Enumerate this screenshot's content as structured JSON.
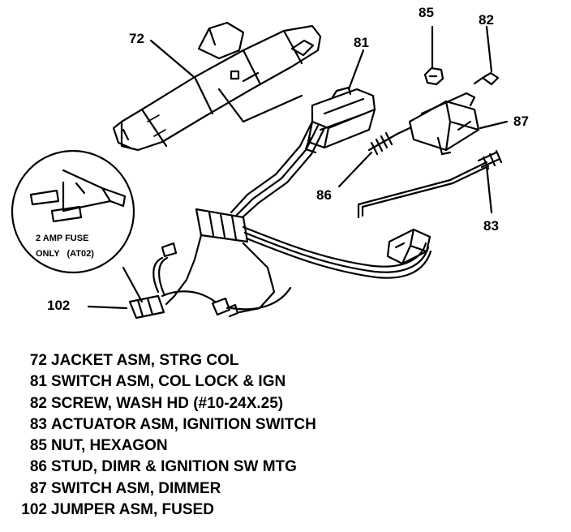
{
  "callouts": {
    "c72": "72",
    "c81": "81",
    "c85": "85",
    "c82": "82",
    "c87": "87",
    "c86": "86",
    "c83": "83",
    "c102": "102"
  },
  "inset": {
    "line1": "2 AMP FUSE",
    "line2": "ONLY   (AT02)"
  },
  "legend": [
    {
      "num": "72",
      "text": "JACKET ASM, STRG COL"
    },
    {
      "num": "81",
      "text": "SWITCH ASM, COL LOCK & IGN"
    },
    {
      "num": "82",
      "text": "SCREW, WASH HD (#10-24X.25)"
    },
    {
      "num": "83",
      "text": "ACTUATOR ASM, IGNITION SWITCH"
    },
    {
      "num": "85",
      "text": "NUT, HEXAGON"
    },
    {
      "num": "86",
      "text": "STUD, DIMR & IGNITION SW MTG"
    },
    {
      "num": "87",
      "text": "SWITCH ASM, DIMMER"
    },
    {
      "num": "102",
      "text": "JUMPER ASM, FUSED"
    }
  ]
}
